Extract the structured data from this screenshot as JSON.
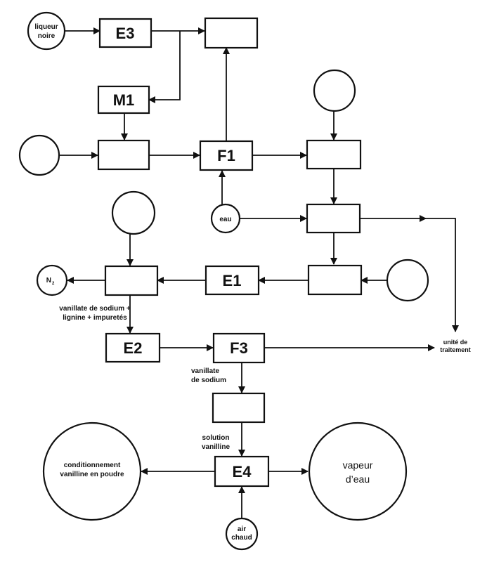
{
  "boxes": {
    "e3": "E3",
    "m1": "M1",
    "f1": "F1",
    "e1": "E1",
    "e2": "E2",
    "f3": "F3",
    "e4": "E4"
  },
  "inputs": {
    "liqueur_line1": "liqueur",
    "liqueur_line2": "noire",
    "eau": "eau",
    "n2": "N",
    "n2_sub": "2",
    "air_line1": "air",
    "air_line2": "chaud"
  },
  "labels": {
    "vanillate_mix_line1": "vanillate de sodium +",
    "vanillate_mix_line2": "lignine + impuretés",
    "vanillate_line1": "vanillate",
    "vanillate_line2": "de sodium",
    "solution_line1": "solution",
    "solution_line2": "vanilline",
    "traitement_line1": "unité de",
    "traitement_line2": "traitement"
  },
  "outputs": {
    "conditionnement_line1": "conditionnement",
    "conditionnement_line2": "vanilline en poudre",
    "vapeur_line1": "vapeur",
    "vapeur_line2": "d’eau"
  }
}
